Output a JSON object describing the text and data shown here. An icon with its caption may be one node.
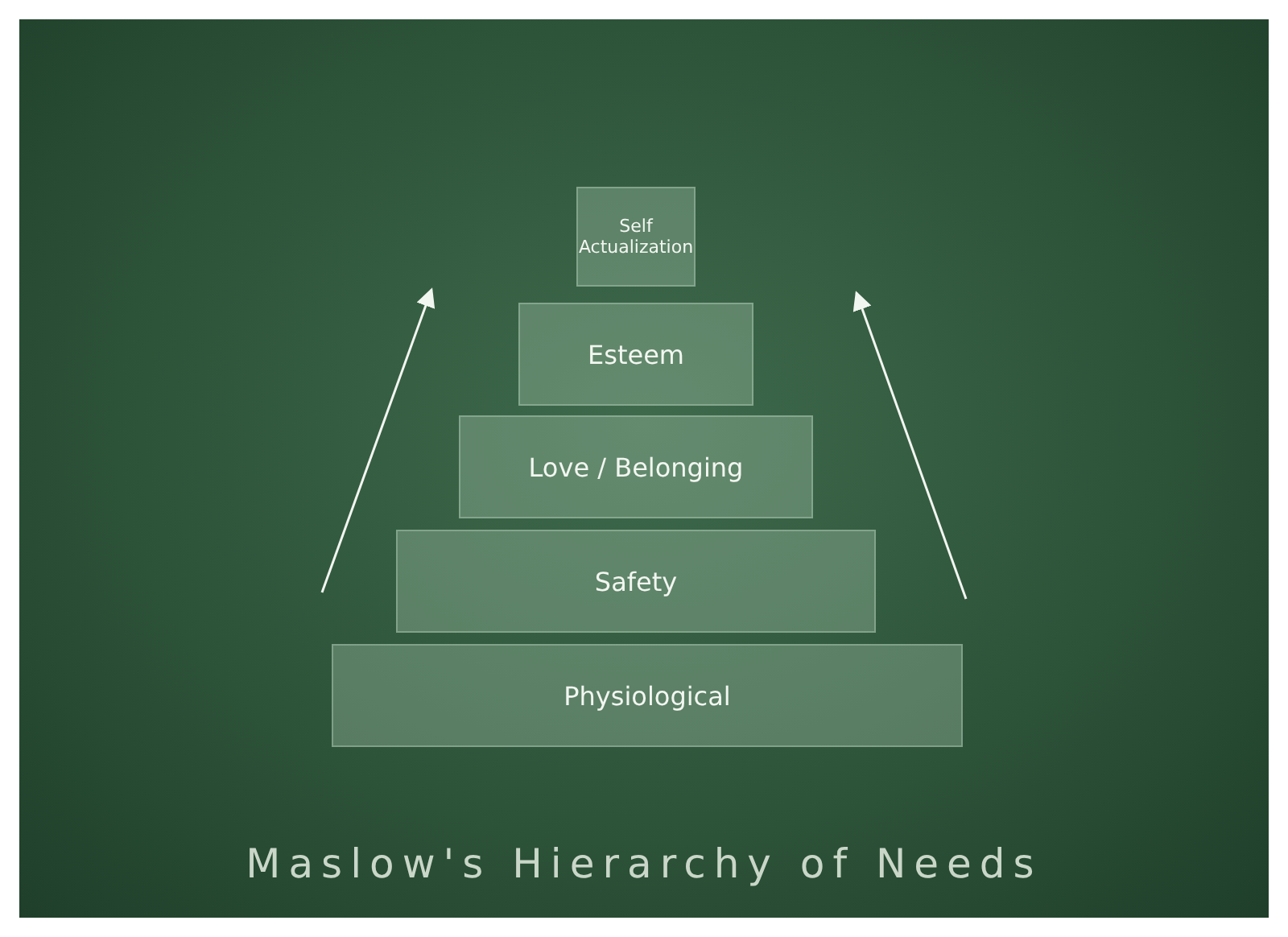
{
  "diagram": {
    "caption": "Maslow's Hierarchy of Needs",
    "nodes": [
      {
        "text": [
          "Self Actualization"
        ]
      },
      {
        "text": [
          "Esteem"
        ]
      },
      {
        "text": [
          "Love / Belonging"
        ]
      },
      {
        "text": [
          "Safety"
        ]
      },
      {
        "text": [
          "Physiological"
        ]
      }
    ]
  }
}
